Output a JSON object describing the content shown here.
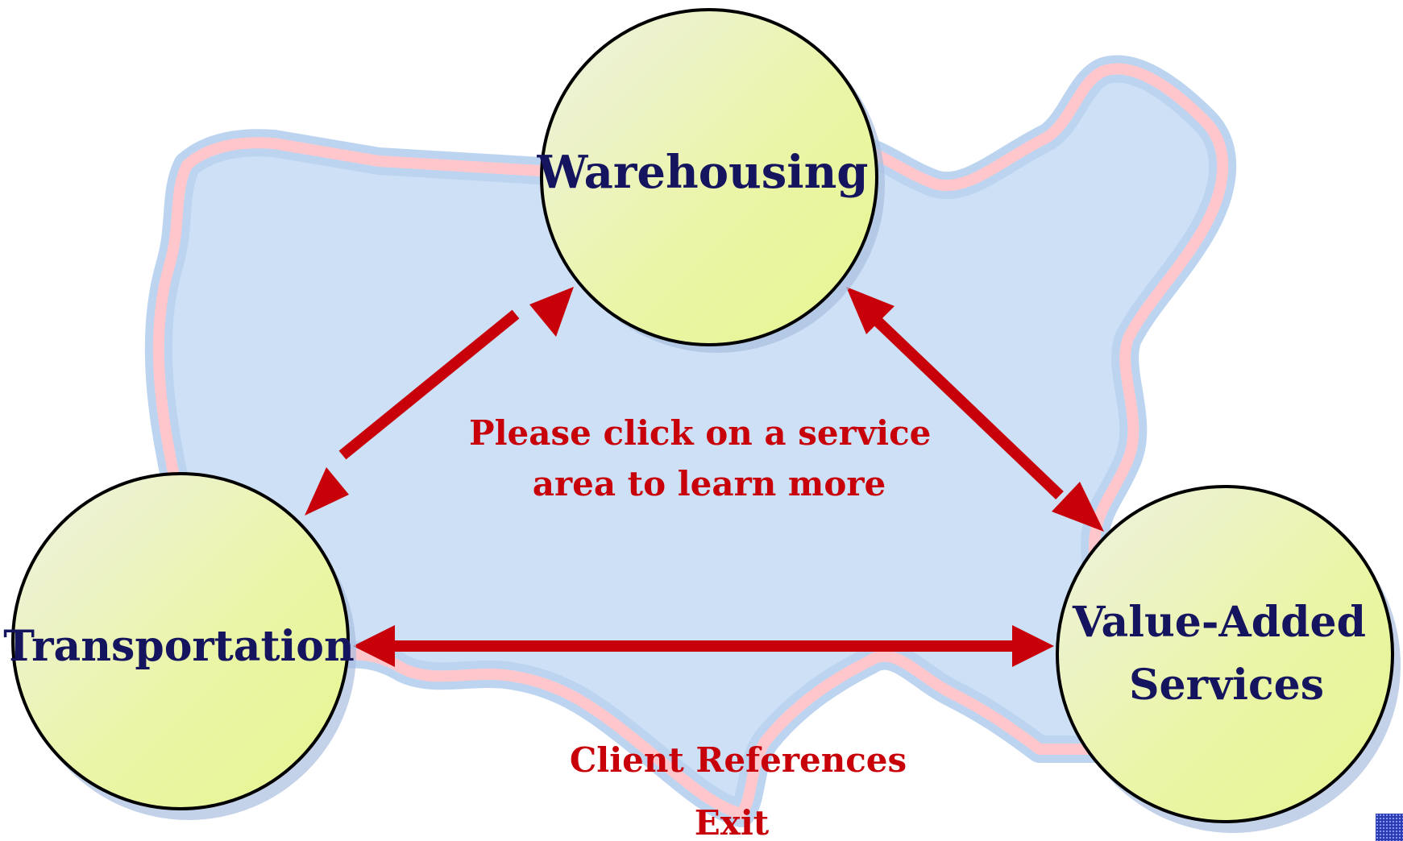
{
  "diagram": {
    "prompt_lines": [
      "Please click on a service",
      "area to learn more"
    ],
    "nodes": {
      "warehousing": {
        "label": "Warehousing"
      },
      "transportation": {
        "label": "Transportation"
      },
      "value_added": {
        "label_lines": [
          "Value-Added",
          "Services"
        ]
      }
    },
    "links": {
      "client_references": "Client References",
      "exit": "Exit"
    }
  },
  "colors": {
    "map_fill": "#cde0f5",
    "map_outline": "#ffc7cc",
    "circle_fill_light": "#eef2dc",
    "circle_fill": "#eaf59c",
    "circle_stroke": "#000000",
    "arrow": "#c8000a",
    "node_text": "#14145f",
    "prompt_text": "#c8000a"
  }
}
